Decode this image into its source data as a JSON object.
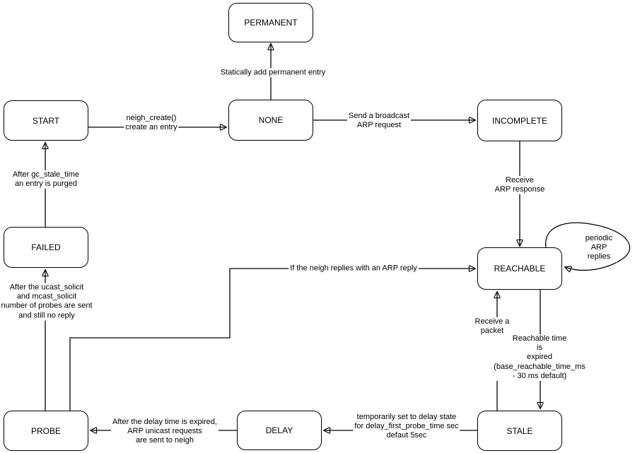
{
  "diagram": {
    "type": "state-machine",
    "colors": {
      "stroke": "#000000",
      "background": "#ffffff",
      "box_fill": "#ffffff"
    },
    "states": {
      "permanent": {
        "label": "PERMANENT"
      },
      "start": {
        "label": "START"
      },
      "none": {
        "label": "NONE"
      },
      "incomplete": {
        "label": "INCOMPLETE"
      },
      "reachable": {
        "label": "REACHABLE"
      },
      "failed": {
        "label": "FAILED"
      },
      "probe": {
        "label": "PROBE"
      },
      "delay": {
        "label": "DELAY"
      },
      "stale": {
        "label": "STALE"
      }
    },
    "edges": {
      "none_to_permanent": {
        "from": "none",
        "to": "permanent",
        "label": "Statically add permanent entry"
      },
      "start_to_none": {
        "from": "start",
        "to": "none",
        "label": "neigh_create()\ncreate an entry"
      },
      "none_to_incomplete": {
        "from": "none",
        "to": "incomplete",
        "label": "Send a broadcast\nARP request"
      },
      "incomplete_to_reachable": {
        "from": "incomplete",
        "to": "reachable",
        "label": "Receive\nARP response"
      },
      "reachable_self_loop": {
        "from": "reachable",
        "to": "reachable",
        "label": "periodic ARP replies"
      },
      "probe_to_reachable": {
        "from": "probe",
        "to": "reachable",
        "label": "If the neigh replies with an ARP reply"
      },
      "failed_to_start": {
        "from": "failed",
        "to": "start",
        "label": "After gc_stale_time\nan entry is purged"
      },
      "probe_to_failed": {
        "from": "probe",
        "to": "failed",
        "label": "After the ucast_solicit\nand mcast_solicit\nnumber of probes are sent\nand still no reply"
      },
      "stale_to_reachable": {
        "from": "stale",
        "to": "reachable",
        "label": "Receive a\npacket"
      },
      "reachable_to_stale": {
        "from": "reachable",
        "to": "stale",
        "label": "Reachable time\nis\nexpired\n(base_reachable_time_ms\n- 30 ms default)"
      },
      "stale_to_delay": {
        "from": "stale",
        "to": "delay",
        "label": "temporarily set to delay state\nfor delay_first_probe_time sec\ndefaut 5sec"
      },
      "delay_to_probe": {
        "from": "delay",
        "to": "probe",
        "label": "After the delay time is expired,\nARP unicast requests\nare sent to neigh"
      }
    }
  }
}
